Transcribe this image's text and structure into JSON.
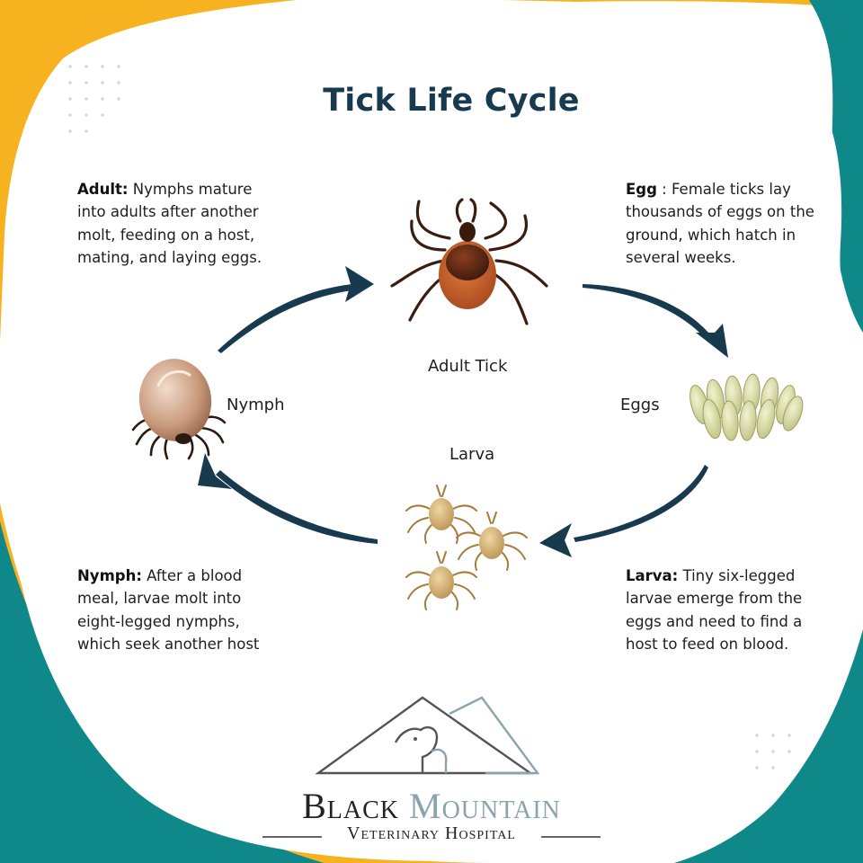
{
  "title": "Tick Life Cycle",
  "descriptions": {
    "adult": {
      "term": "Adult:",
      "lines": [
        " Nymphs mature",
        "into adults after another",
        "molt, feeding on a host,",
        "mating, and laying eggs."
      ]
    },
    "egg": {
      "term": "Egg",
      "lines": [
        " : Female ticks lay",
        "thousands of eggs on the",
        "ground, which hatch in",
        "several weeks."
      ]
    },
    "nymph": {
      "term": "Nymph:",
      "lines": [
        " After a blood",
        "meal, larvae molt into",
        "eight-legged nymphs,",
        "which seek another host"
      ]
    },
    "larva": {
      "term": "Larva:",
      "lines": [
        " Tiny six-legged",
        "larvae emerge from the",
        "eggs and need to find a",
        "host to feed on blood."
      ]
    }
  },
  "stages": {
    "adult": "Adult Tick",
    "eggs": "Eggs",
    "larva": "Larva",
    "nymph": "Nymph"
  },
  "logo": {
    "word1": "Black",
    "word2": "Mountain",
    "tagline": "Veterinary Hospital"
  },
  "colors": {
    "orange": "#f7b21f",
    "teal": "#0e8888",
    "navy": "#173a4f"
  }
}
